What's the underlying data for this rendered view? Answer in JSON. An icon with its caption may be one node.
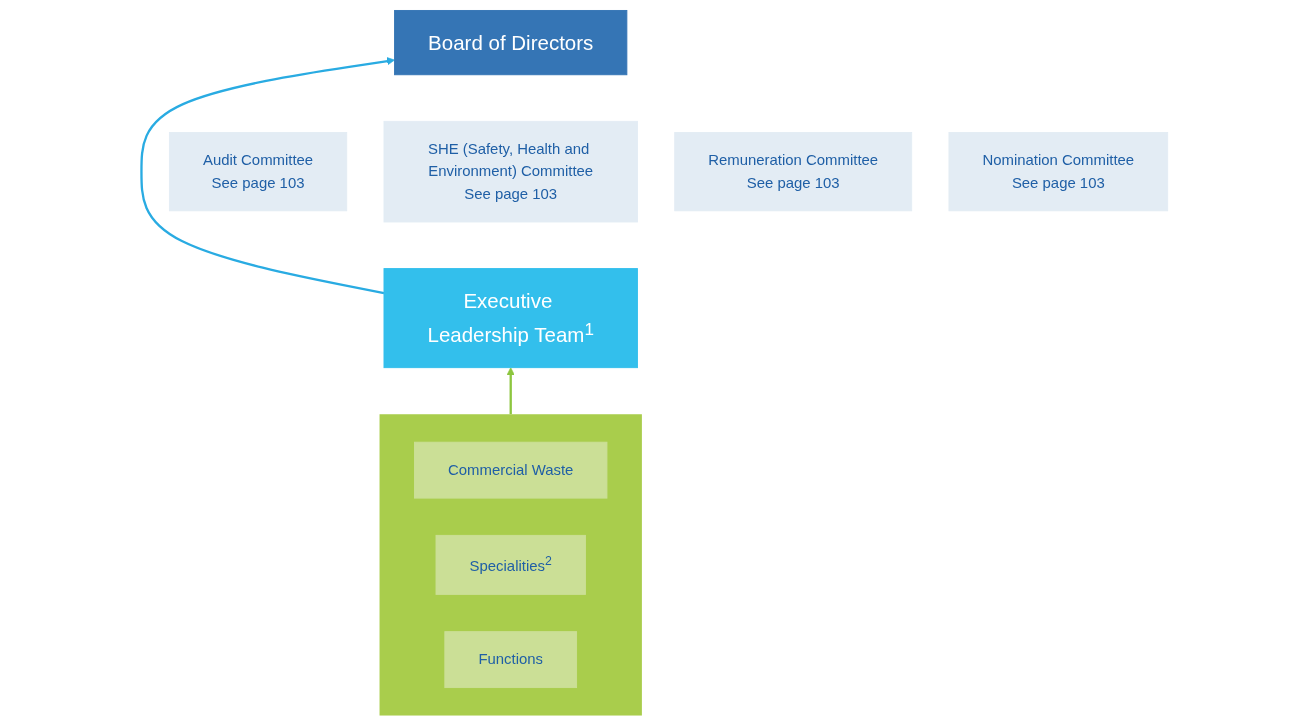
{
  "diagram": {
    "nodes": [
      {
        "text": [
          "Board of Directors"
        ]
      },
      {
        "text": [
          "Audit Committee",
          "See page 103"
        ]
      },
      {
        "text": [
          "SHE (Safety, Health and Environment) Committee",
          "See page 103"
        ]
      },
      {
        "text": [
          "Remuneration Committee",
          "See page 103"
        ]
      },
      {
        "text": [
          "Nomination Committee",
          "See page 103"
        ]
      },
      {
        "text": [
          "Executive Leadership Team$^{1}$"
        ]
      },
      {
        "text": [],
        "shape": "box"
      },
      {
        "text": [
          "Commercial Waste"
        ],
        "in": 6
      },
      {
        "text": [
          "Specialities$^{2}$"
        ],
        "in": 6
      },
      {
        "text": [
          "Functions"
        ],
        "in": 6
      }
    ],
    "edges": [
      {
        "from": 5,
        "to": 0,
        "arrow": "to",
        "color": "#29abe2"
      },
      {
        "from": 6,
        "to": 5,
        "arrow": "to",
        "color": "#8dc63f"
      }
    ]
  }
}
